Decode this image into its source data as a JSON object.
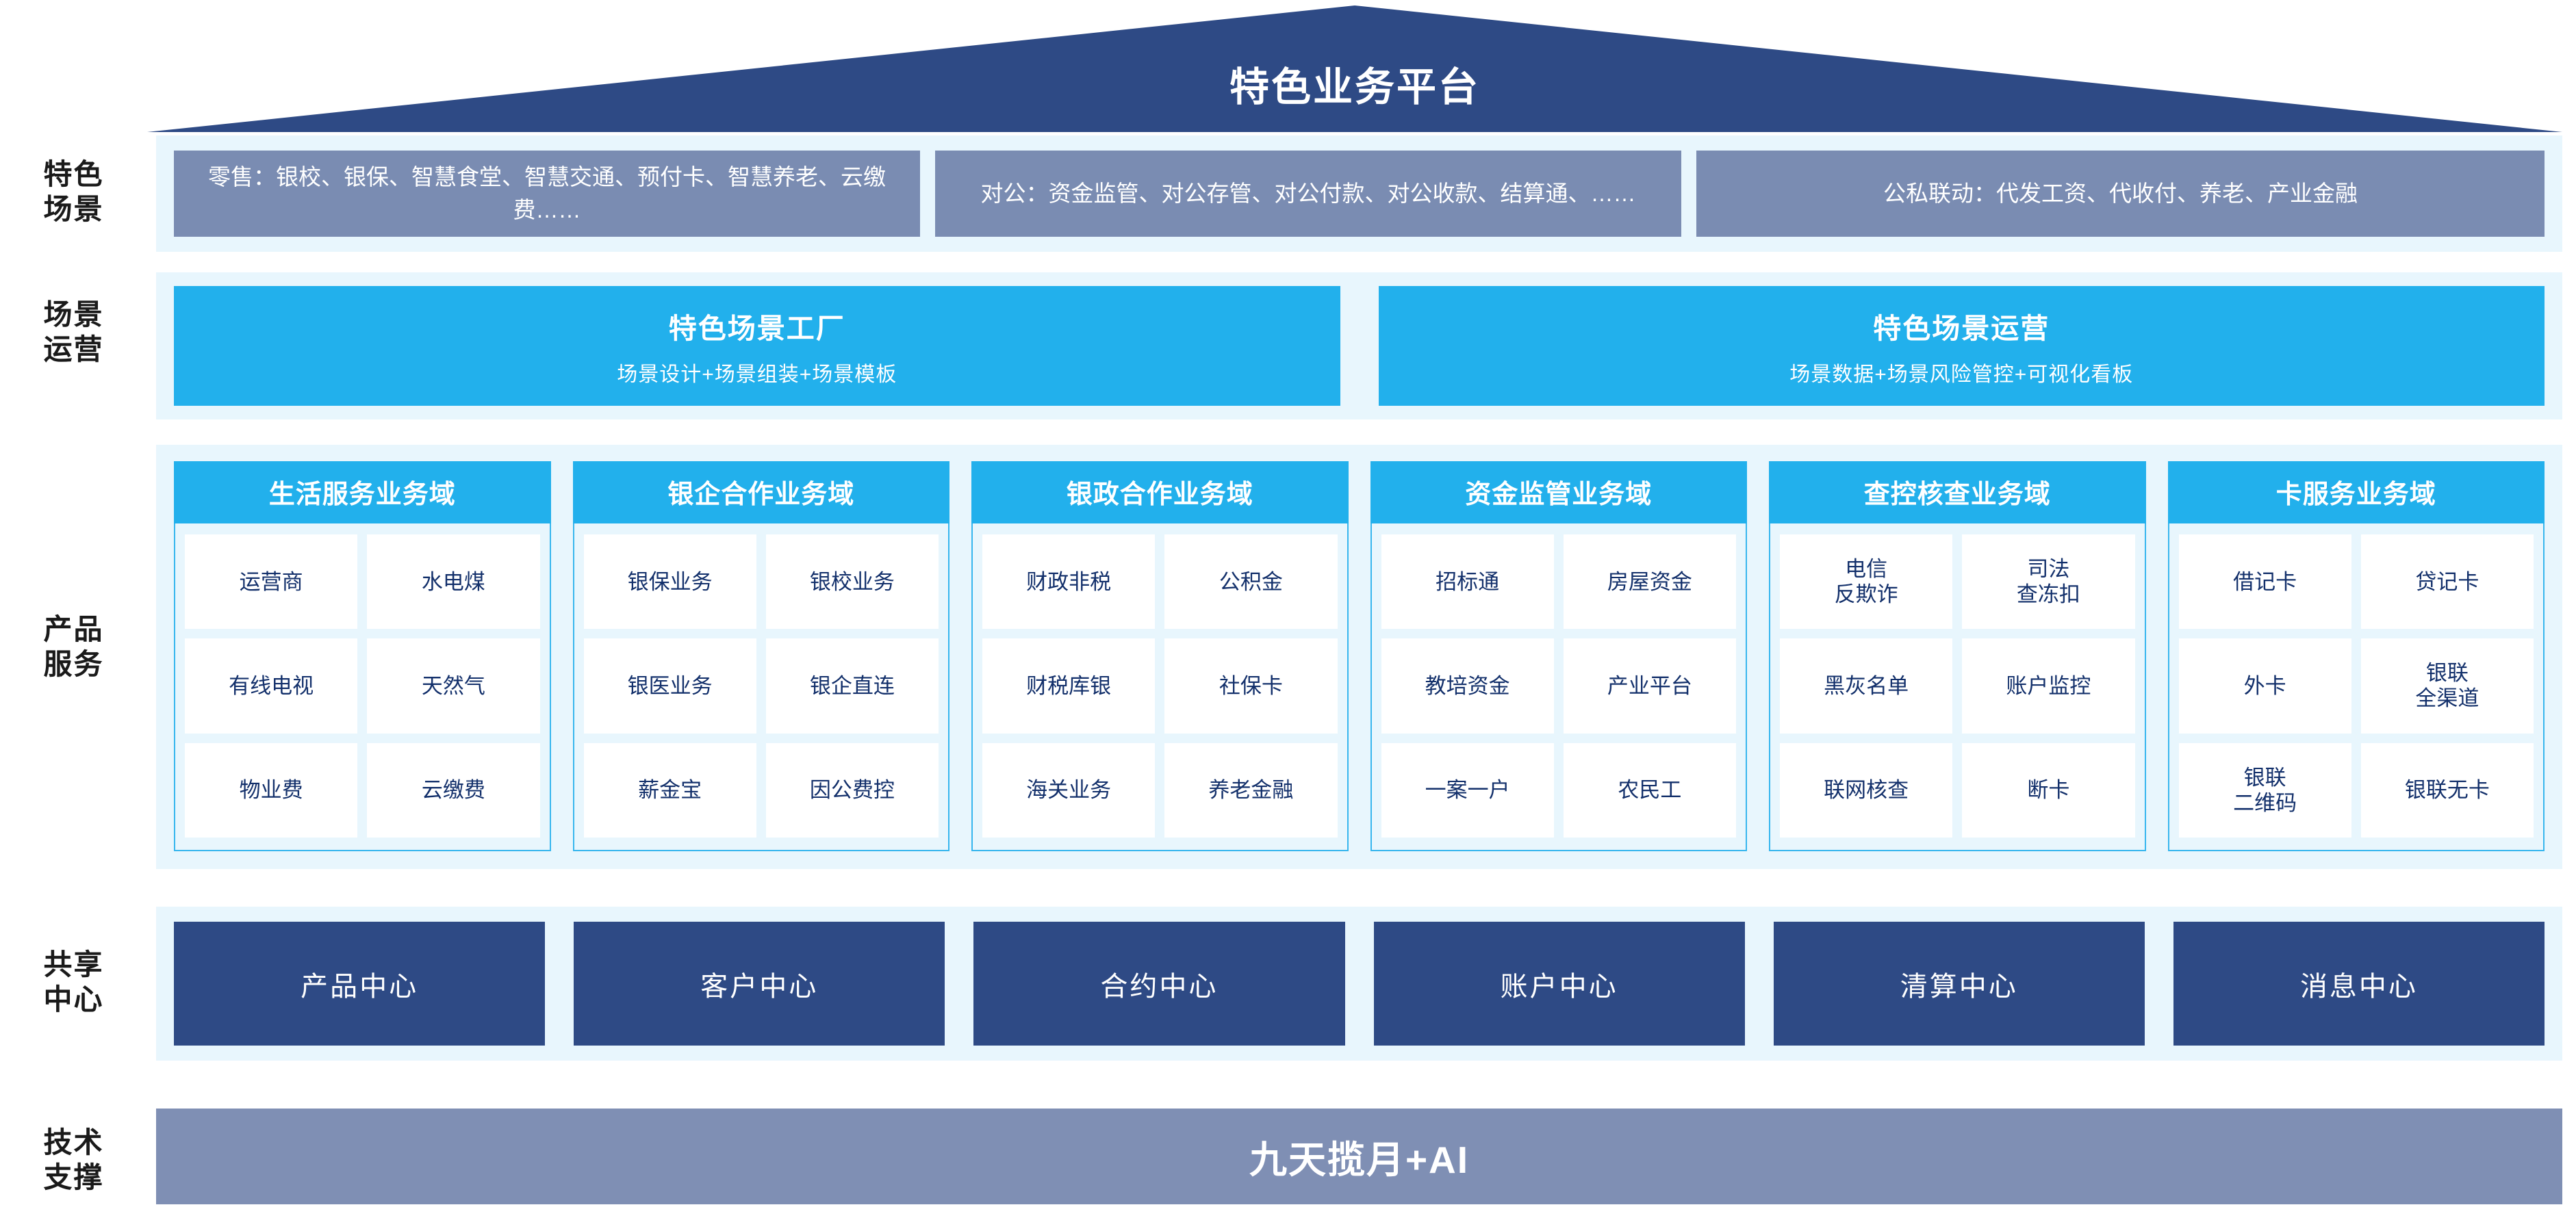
{
  "header": {
    "title": "特色业务平台",
    "roof_color": "#2e4a85"
  },
  "rails": {
    "scene": [
      "特色",
      "场景"
    ],
    "operation": [
      "场景",
      "运营"
    ],
    "product": [
      "产品",
      "服务"
    ],
    "shared": [
      "共享",
      "中心"
    ],
    "tech": [
      "技术",
      "支撑"
    ]
  },
  "scene_row": {
    "boxes": [
      {
        "text": "零售：银校、银保、智慧食堂、智慧交通、预付卡、智慧养老、云缴费……"
      },
      {
        "text": "对公：资金监管、对公存管、对公付款、对公收款、结算通、……"
      },
      {
        "text": "公私联动：代发工资、代收付、养老、产业金融"
      }
    ],
    "box_color": "#7a8cb2"
  },
  "operation_row": {
    "boxes": [
      {
        "title": "特色场景工厂",
        "subtitle": "场景设计+场景组装+场景模板"
      },
      {
        "title": "特色场景运营",
        "subtitle": "场景数据+场景风险管控+可视化看板"
      }
    ],
    "box_color": "#22b0ec"
  },
  "product_row": {
    "header_color": "#22b0ec",
    "cell_text_color": "#13306b",
    "columns": [
      {
        "title": "生活服务业务域",
        "rows": [
          [
            "运营商",
            "水电煤"
          ],
          [
            "有线电视",
            "天然气"
          ],
          [
            "物业费",
            "云缴费"
          ]
        ]
      },
      {
        "title": "银企合作业务域",
        "rows": [
          [
            "银保业务",
            "银校业务"
          ],
          [
            "银医业务",
            "银企直连"
          ],
          [
            "薪金宝",
            "因公费控"
          ]
        ]
      },
      {
        "title": "银政合作业务域",
        "rows": [
          [
            "财政非税",
            "公积金"
          ],
          [
            "财税库银",
            "社保卡"
          ],
          [
            "海关业务",
            "养老金融"
          ]
        ]
      },
      {
        "title": "资金监管业务域",
        "rows": [
          [
            "招标通",
            "房屋资金"
          ],
          [
            "教培资金",
            "产业平台"
          ],
          [
            "一案一户",
            "农民工"
          ]
        ]
      },
      {
        "title": "查控核查业务域",
        "rows": [
          [
            "电信\n反欺诈",
            "司法\n查冻扣"
          ],
          [
            "黑灰名单",
            "账户监控"
          ],
          [
            "联网核查",
            "断卡"
          ]
        ]
      },
      {
        "title": "卡服务业务域",
        "rows": [
          [
            "借记卡",
            "贷记卡"
          ],
          [
            "外卡",
            "银联\n全渠道"
          ],
          [
            "银联\n二维码",
            "银联无卡"
          ]
        ]
      }
    ]
  },
  "shared_row": {
    "boxes": [
      "产品中心",
      "客户中心",
      "合约中心",
      "账户中心",
      "清算中心",
      "消息中心"
    ],
    "box_color": "#2e4a85"
  },
  "tech_row": {
    "label": "九天揽月+AI",
    "bar_color": "#7f8fb4"
  }
}
